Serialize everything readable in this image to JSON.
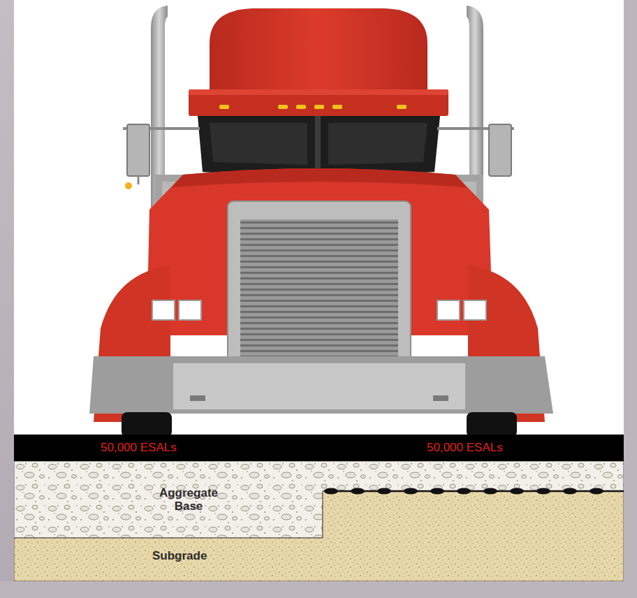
{
  "diagram": {
    "nodes": [
      {
        "text": [
          "50,000 ESALs",
          "50,000 ESALs"
        ]
      },
      {
        "text": [
          "Aggregate Base"
        ]
      },
      {
        "text": [
          "Subgrade"
        ]
      }
    ]
  }
}
